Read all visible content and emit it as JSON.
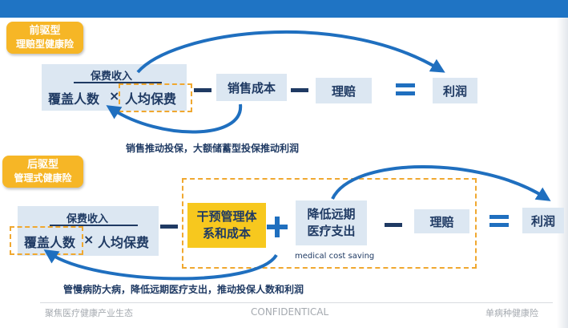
{
  "top": {
    "tag": {
      "line1": "前驱型",
      "line2": "理赔型健康险"
    },
    "revenue_label": "保费收入",
    "coverage": "覆盖人数",
    "times": "×",
    "avg_premium": "人均保费",
    "sales_cost": "销售成本",
    "claims": "理赔",
    "profit": "利润",
    "caption": "销售推动投保，大额储蓄型投保推动利润"
  },
  "bottom": {
    "tag": {
      "line1": "后驱型",
      "line2": "管理式健康险"
    },
    "revenue_label": "保费收入",
    "coverage": "覆盖人数",
    "times": "×",
    "avg_premium": "人均保费",
    "intervention": {
      "line1": "干预管理体",
      "line2": "系和成本"
    },
    "reduce": {
      "line1": "降低远期",
      "line2": "医疗支出"
    },
    "mcs": "medical cost saving",
    "claims": "理赔",
    "profit": "利润",
    "caption": "管慢病防大病，降低远期医疗支出，推动投保人数和利润"
  },
  "footer": {
    "left": "聚焦医疗健康产业生态",
    "center": "CONFIDENTICAL",
    "right": "单病种健康险"
  },
  "colors": {
    "header_blue": "#1f74c4",
    "tag_orange": "#f6b626",
    "box_blue": "#dce7f2",
    "highlight_yellow": "#f7c81e",
    "dash_orange": "#f0a830",
    "text_navy": "#1f3a63",
    "arrow_blue": "#1f6fbf"
  }
}
